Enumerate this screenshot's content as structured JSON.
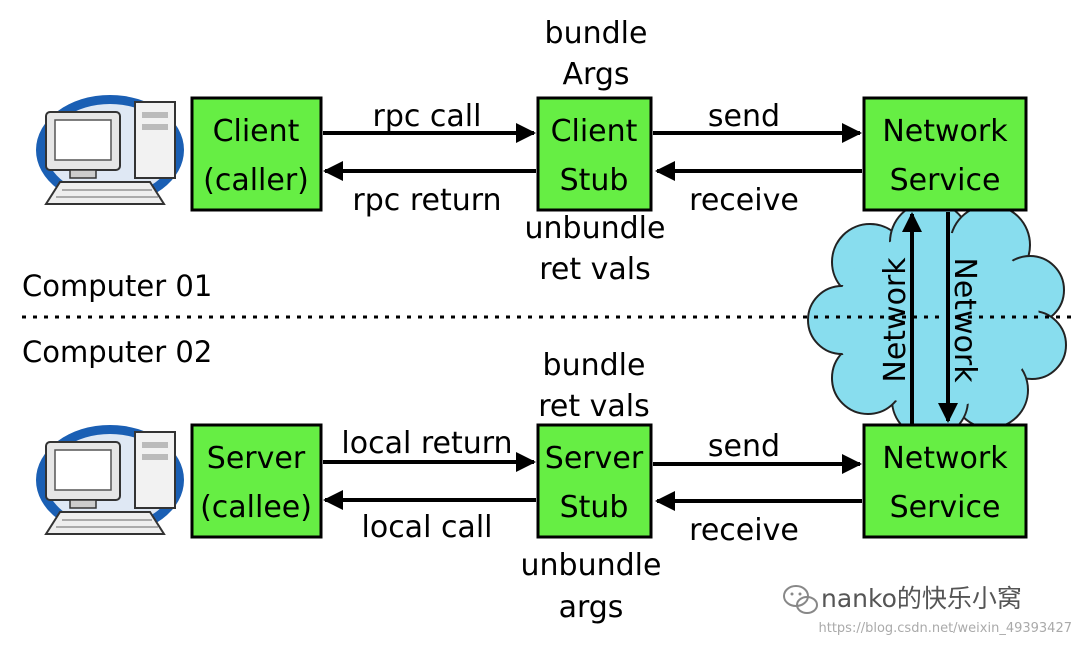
{
  "colors": {
    "box_fill": "#66ee44",
    "box_stroke": "#000000",
    "cloud_fill": "#88ddee",
    "monitor_blue": "#1a5fb4",
    "arrow": "#000000"
  },
  "boxes": {
    "client": [
      "Client",
      "(caller)"
    ],
    "client_stub": [
      "Client",
      "Stub"
    ],
    "network_service_top": [
      "Network",
      "Service"
    ],
    "server": [
      "Server",
      "(callee)"
    ],
    "server_stub": [
      "Server",
      "Stub"
    ],
    "network_service_bottom": [
      "Network",
      "Service"
    ]
  },
  "labels": {
    "bundle_args": [
      "bundle",
      "Args"
    ],
    "rpc_call": "rpc call",
    "rpc_return": "rpc return",
    "send_top": "send",
    "receive_top": "receive",
    "unbundle_ret_vals": [
      "unbundle",
      "ret vals"
    ],
    "bundle_ret_vals": [
      "bundle",
      "ret vals"
    ],
    "local_return": "local return",
    "local_call": "local call",
    "send_bottom": "send",
    "receive_bottom": "receive",
    "unbundle_args": [
      "unbundle",
      "args"
    ],
    "network_up": "Network",
    "network_down": "Network"
  },
  "computers": {
    "top": "Computer 01",
    "bottom": "Computer 02"
  },
  "icons": {
    "computer": "desktop-computer-icon",
    "wechat": "wechat-icon"
  },
  "watermark": {
    "text": "nanko的快乐小窝",
    "url": "https://blog.csdn.net/weixin_49393427"
  }
}
